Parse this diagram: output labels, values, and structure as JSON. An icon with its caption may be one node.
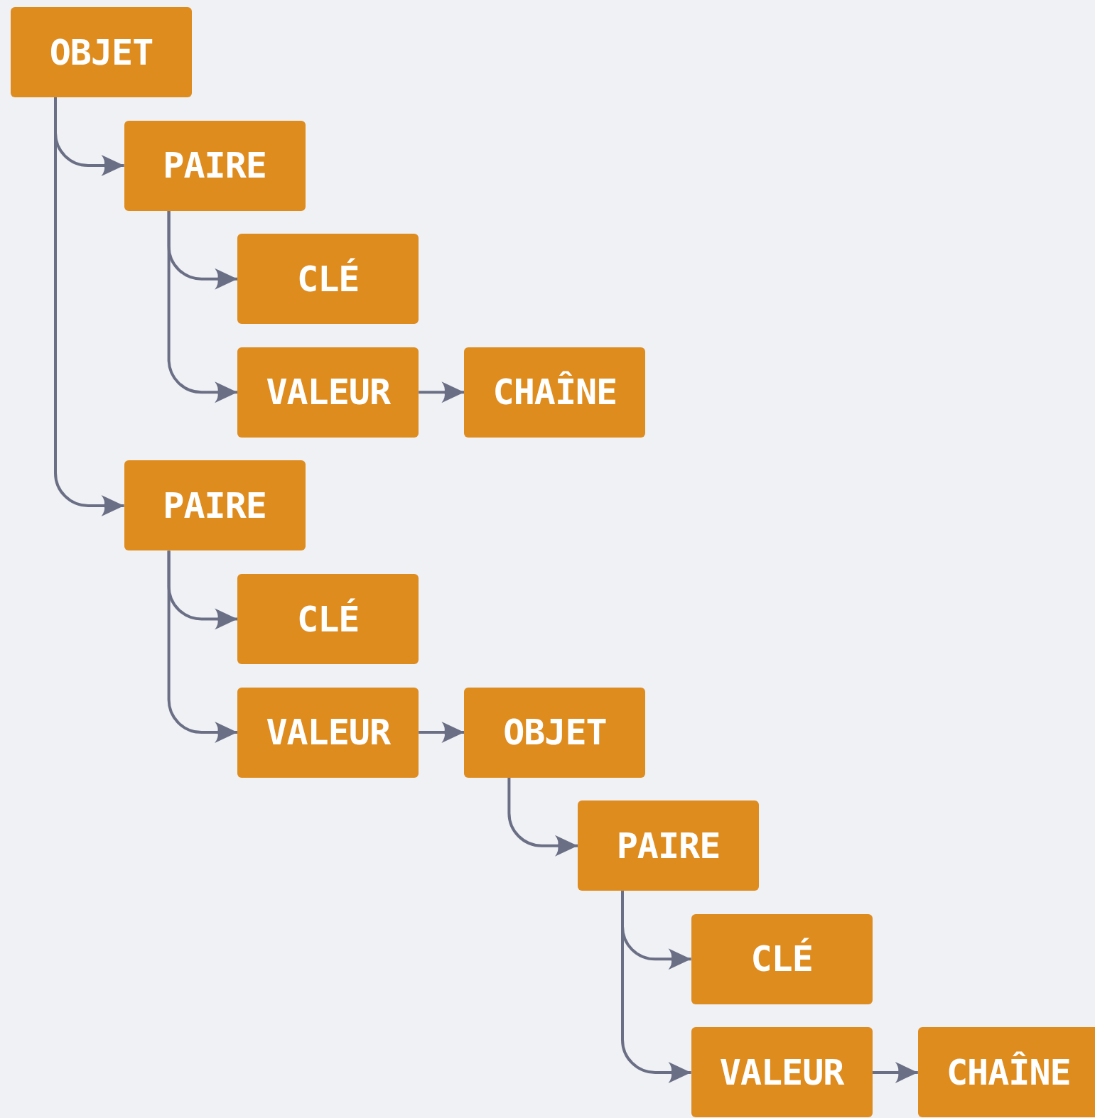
{
  "diagram": {
    "nodes": [
      {
        "text": [
          "OBJET"
        ]
      },
      {
        "text": [
          "PAIRE"
        ]
      },
      {
        "text": [
          "CLÉ"
        ]
      },
      {
        "text": [
          "VALEUR"
        ]
      },
      {
        "text": [
          "CHAÎNE"
        ]
      },
      {
        "text": [
          "PAIRE"
        ]
      },
      {
        "text": [
          "CLÉ"
        ]
      },
      {
        "text": [
          "VALEUR"
        ]
      },
      {
        "text": [
          "OBJET"
        ]
      },
      {
        "text": [
          "PAIRE"
        ]
      },
      {
        "text": [
          "CLÉ"
        ]
      },
      {
        "text": [
          "VALEUR"
        ]
      },
      {
        "text": [
          "CHAÎNE"
        ]
      }
    ],
    "edges": [
      {
        "from": 0,
        "to": 1,
        "arrow": "to"
      },
      {
        "from": 0,
        "to": 5,
        "arrow": "to"
      },
      {
        "from": 1,
        "to": 2,
        "arrow": "to"
      },
      {
        "from": 1,
        "to": 3,
        "arrow": "to"
      },
      {
        "from": 3,
        "to": 4,
        "arrow": "to"
      },
      {
        "from": 5,
        "to": 6,
        "arrow": "to"
      },
      {
        "from": 5,
        "to": 7,
        "arrow": "to"
      },
      {
        "from": 7,
        "to": 8,
        "arrow": "to"
      },
      {
        "from": 8,
        "to": 9,
        "arrow": "to"
      },
      {
        "from": 9,
        "to": 10,
        "arrow": "to"
      },
      {
        "from": 9,
        "to": 11,
        "arrow": "to"
      },
      {
        "from": 11,
        "to": 12,
        "arrow": "to"
      }
    ]
  }
}
